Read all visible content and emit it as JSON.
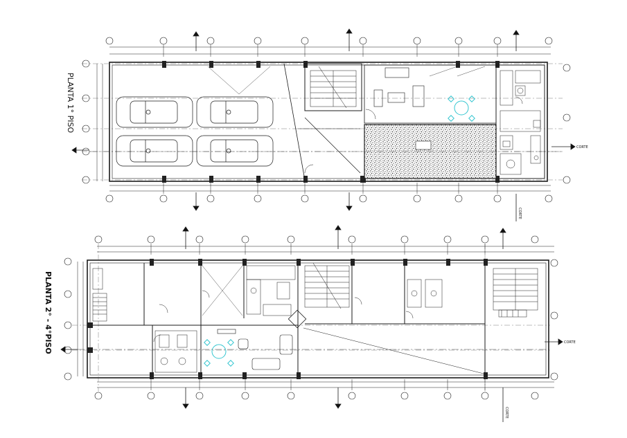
{
  "plans": [
    {
      "title": "PLANTA 1° PISO",
      "section_label": "CORTE"
    },
    {
      "title": "PLANTA 2° - 4°PISO",
      "section_label": "CORTE"
    }
  ],
  "colors": {
    "line": "#1a1a1a",
    "fixture_accent": "#34c6d0",
    "hatch": "#222222"
  }
}
